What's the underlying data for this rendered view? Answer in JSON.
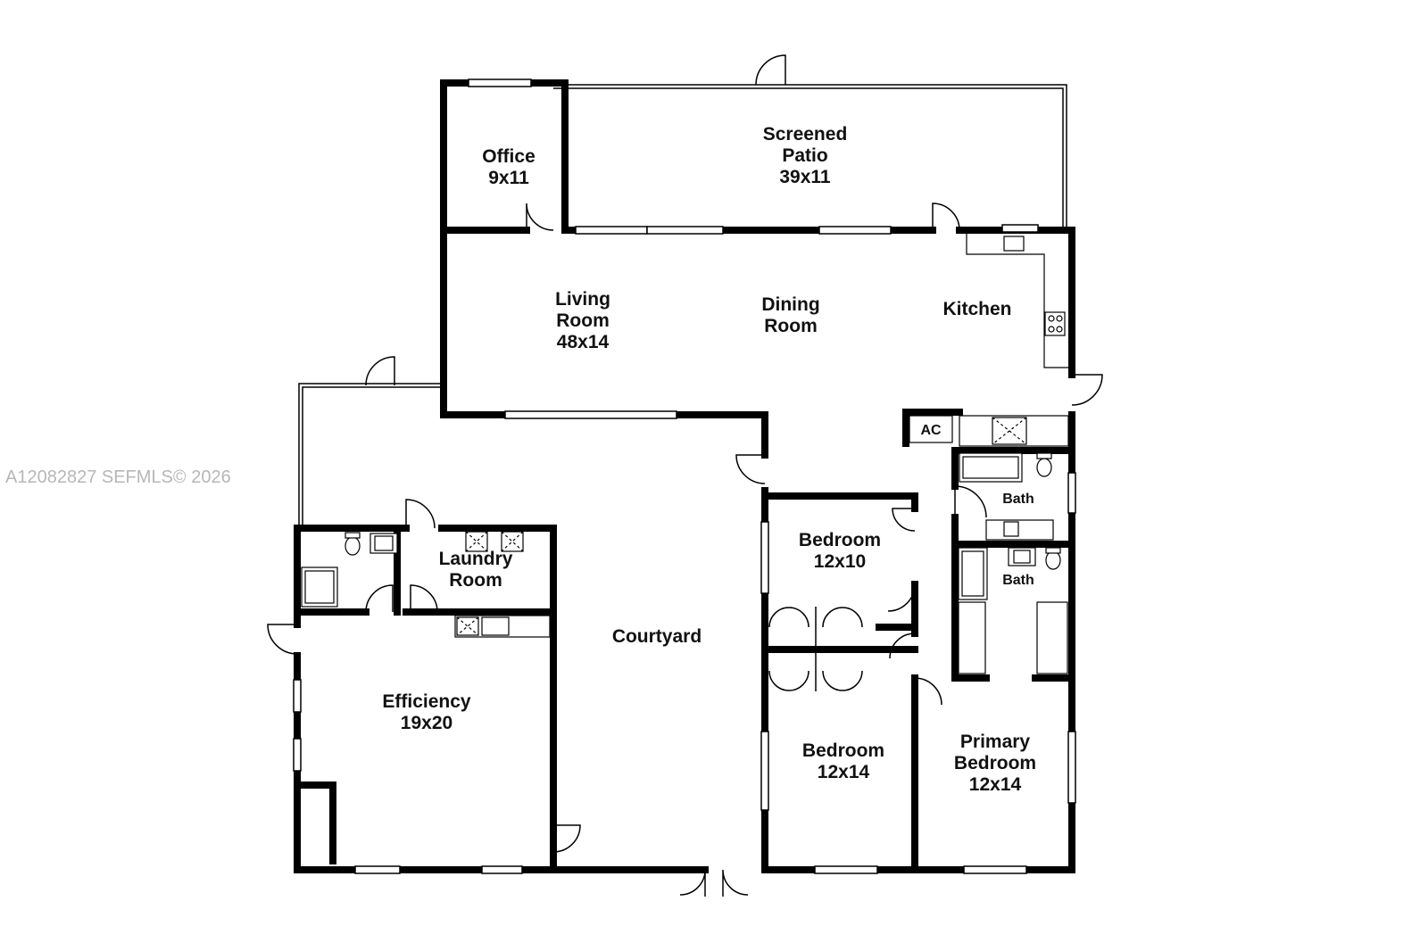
{
  "watermark": "A12082827  SEFMLS© 2026",
  "rooms": {
    "office": {
      "name": "Office",
      "size": "9x11"
    },
    "screened_patio": {
      "name_1": "Screened",
      "name_2": "Patio",
      "size": "39x11"
    },
    "living_room": {
      "name_1": "Living",
      "name_2": "Room",
      "size": "48x14"
    },
    "dining_room": {
      "name_1": "Dining",
      "name_2": "Room"
    },
    "kitchen": {
      "name": "Kitchen"
    },
    "ac": {
      "name": "AC"
    },
    "bath_1": {
      "name": "Bath"
    },
    "bath_2": {
      "name": "Bath"
    },
    "bedroom_1": {
      "name": "Bedroom",
      "size": "12x10"
    },
    "laundry_room": {
      "name_1": "Laundry",
      "name_2": "Room"
    },
    "courtyard": {
      "name": "Courtyard"
    },
    "efficiency": {
      "name": "Efficiency",
      "size": "19x20"
    },
    "bedroom_2": {
      "name": "Bedroom",
      "size": "12x14"
    },
    "primary_bedroom": {
      "name_1": "Primary",
      "name_2": "Bedroom",
      "size": "12x14"
    }
  },
  "colors": {
    "wall": "#000000",
    "background": "#ffffff",
    "watermark": "#b7b7b7"
  }
}
